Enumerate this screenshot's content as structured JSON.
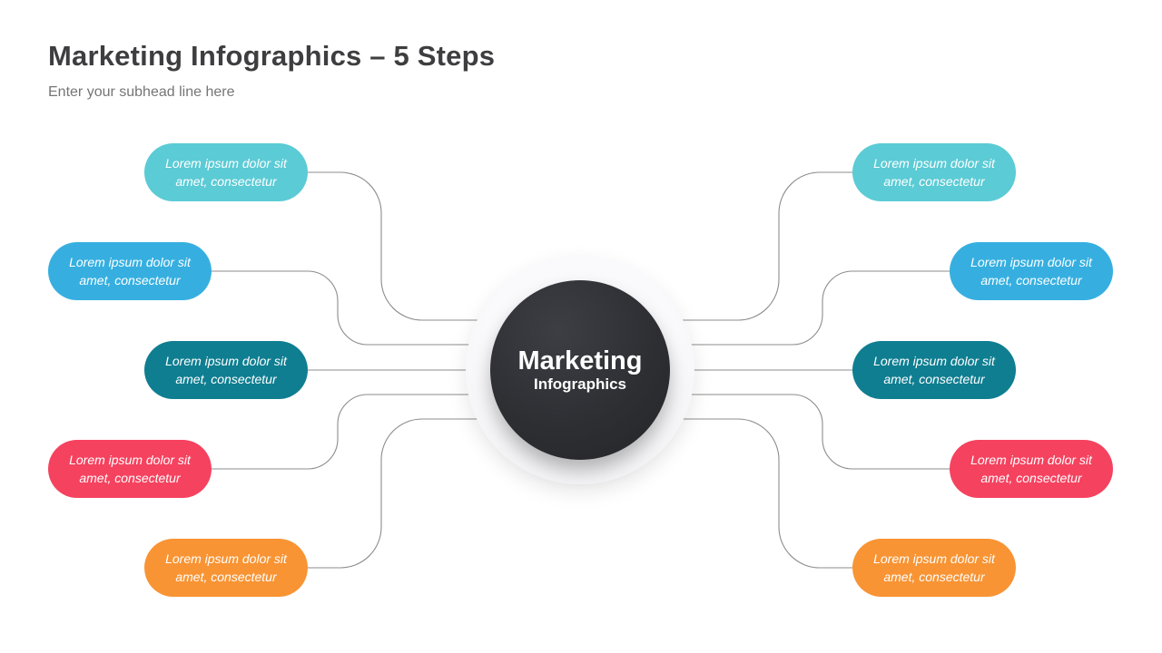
{
  "slide": {
    "title": "Marketing Infographics – 5 Steps",
    "subtitle": "Enter your subhead line here"
  },
  "center": {
    "title": "Marketing",
    "subtitle": "Infographics"
  },
  "colors": {
    "teal": "#5BCBD5",
    "blue": "#36AFE0",
    "dark_teal": "#0F7E91",
    "red": "#F5425F",
    "orange": "#F89434",
    "connector": "#8C8C8C",
    "center_dark": "#2E2F33",
    "center_ring": "#F1F1F4",
    "title_text": "#3E3E40",
    "subtitle_text": "#757575"
  },
  "items": {
    "left": [
      {
        "color": "teal",
        "line1": "Lorem ipsum dolor sit",
        "line2": "amet, consectetur"
      },
      {
        "color": "blue",
        "line1": "Lorem ipsum dolor sit",
        "line2": "amet, consectetur"
      },
      {
        "color": "dark_teal",
        "line1": "Lorem ipsum dolor sit",
        "line2": "amet, consectetur"
      },
      {
        "color": "red",
        "line1": "Lorem ipsum dolor sit",
        "line2": "amet, consectetur"
      },
      {
        "color": "orange",
        "line1": "Lorem ipsum dolor sit",
        "line2": "amet, consectetur"
      }
    ],
    "right": [
      {
        "color": "teal",
        "line1": "Lorem ipsum dolor sit",
        "line2": "amet, consectetur"
      },
      {
        "color": "blue",
        "line1": "Lorem ipsum dolor sit",
        "line2": "amet, consectetur"
      },
      {
        "color": "dark_teal",
        "line1": "Lorem ipsum dolor sit",
        "line2": "amet, consectetur"
      },
      {
        "color": "red",
        "line1": "Lorem ipsum dolor sit",
        "line2": "amet, consectetur"
      },
      {
        "color": "orange",
        "line1": "Lorem ipsum dolor sit",
        "line2": "amet, consectetur"
      }
    ]
  }
}
